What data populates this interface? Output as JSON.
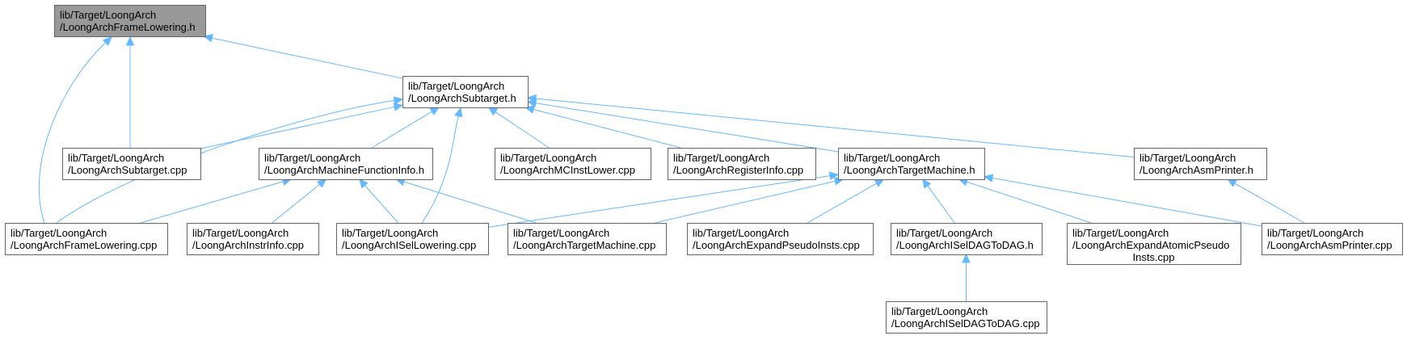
{
  "diagram": {
    "colors": {
      "edge": "#63b8ff",
      "root_fill": "#999999",
      "node_fill": "#ffffff",
      "node_border": "#666666"
    },
    "nodes": [
      {
        "id": "n0",
        "lines": [
          "lib/Target/LoongArch",
          "/LoongArchFrameLowering.h"
        ],
        "root": true
      },
      {
        "id": "n1",
        "lines": [
          "lib/Target/LoongArch",
          "/LoongArchSubtarget.h"
        ]
      },
      {
        "id": "n2",
        "lines": [
          "lib/Target/LoongArch",
          "/LoongArchSubtarget.cpp"
        ]
      },
      {
        "id": "n3",
        "lines": [
          "lib/Target/LoongArch",
          "/LoongArchMachineFunctionInfo.h"
        ]
      },
      {
        "id": "n4",
        "lines": [
          "lib/Target/LoongArch",
          "/LoongArchMCInstLower.cpp"
        ]
      },
      {
        "id": "n5",
        "lines": [
          "lib/Target/LoongArch",
          "/LoongArchRegisterInfo.cpp"
        ]
      },
      {
        "id": "n6",
        "lines": [
          "lib/Target/LoongArch",
          "/LoongArchTargetMachine.h"
        ]
      },
      {
        "id": "n7",
        "lines": [
          "lib/Target/LoongArch",
          "/LoongArchAsmPrinter.h"
        ]
      },
      {
        "id": "n8",
        "lines": [
          "lib/Target/LoongArch",
          "/LoongArchFrameLowering.cpp"
        ]
      },
      {
        "id": "n9",
        "lines": [
          "lib/Target/LoongArch",
          "/LoongArchInstrInfo.cpp"
        ]
      },
      {
        "id": "n10",
        "lines": [
          "lib/Target/LoongArch",
          "/LoongArchISelLowering.cpp"
        ]
      },
      {
        "id": "n11",
        "lines": [
          "lib/Target/LoongArch",
          "/LoongArchTargetMachine.cpp"
        ]
      },
      {
        "id": "n12",
        "lines": [
          "lib/Target/LoongArch",
          "/LoongArchExpandPseudoInsts.cpp"
        ]
      },
      {
        "id": "n13",
        "lines": [
          "lib/Target/LoongArch",
          "/LoongArchISelDAGToDAG.h"
        ]
      },
      {
        "id": "n14",
        "lines": [
          "lib/Target/LoongArch",
          "/LoongArchExpandAtomicPseudo",
          "Insts.cpp"
        ]
      },
      {
        "id": "n15",
        "lines": [
          "lib/Target/LoongArch",
          "/LoongArchAsmPrinter.cpp"
        ]
      },
      {
        "id": "n16",
        "lines": [
          "lib/Target/LoongArch",
          "/LoongArchISelDAGToDAG.cpp"
        ]
      }
    ],
    "edges": [
      {
        "from": "n1",
        "to": "n0"
      },
      {
        "from": "n2",
        "to": "n0"
      },
      {
        "from": "n8",
        "to": "n0"
      },
      {
        "from": "n2",
        "to": "n1"
      },
      {
        "from": "n3",
        "to": "n1"
      },
      {
        "from": "n4",
        "to": "n1"
      },
      {
        "from": "n5",
        "to": "n1"
      },
      {
        "from": "n6",
        "to": "n1"
      },
      {
        "from": "n7",
        "to": "n1"
      },
      {
        "from": "n8",
        "to": "n1"
      },
      {
        "from": "n10",
        "to": "n1"
      },
      {
        "from": "n8",
        "to": "n3"
      },
      {
        "from": "n9",
        "to": "n3"
      },
      {
        "from": "n10",
        "to": "n3"
      },
      {
        "from": "n11",
        "to": "n3"
      },
      {
        "from": "n10",
        "to": "n6"
      },
      {
        "from": "n11",
        "to": "n6"
      },
      {
        "from": "n12",
        "to": "n6"
      },
      {
        "from": "n13",
        "to": "n6"
      },
      {
        "from": "n14",
        "to": "n6"
      },
      {
        "from": "n15",
        "to": "n6"
      },
      {
        "from": "n15",
        "to": "n7"
      },
      {
        "from": "n16",
        "to": "n13"
      }
    ]
  }
}
